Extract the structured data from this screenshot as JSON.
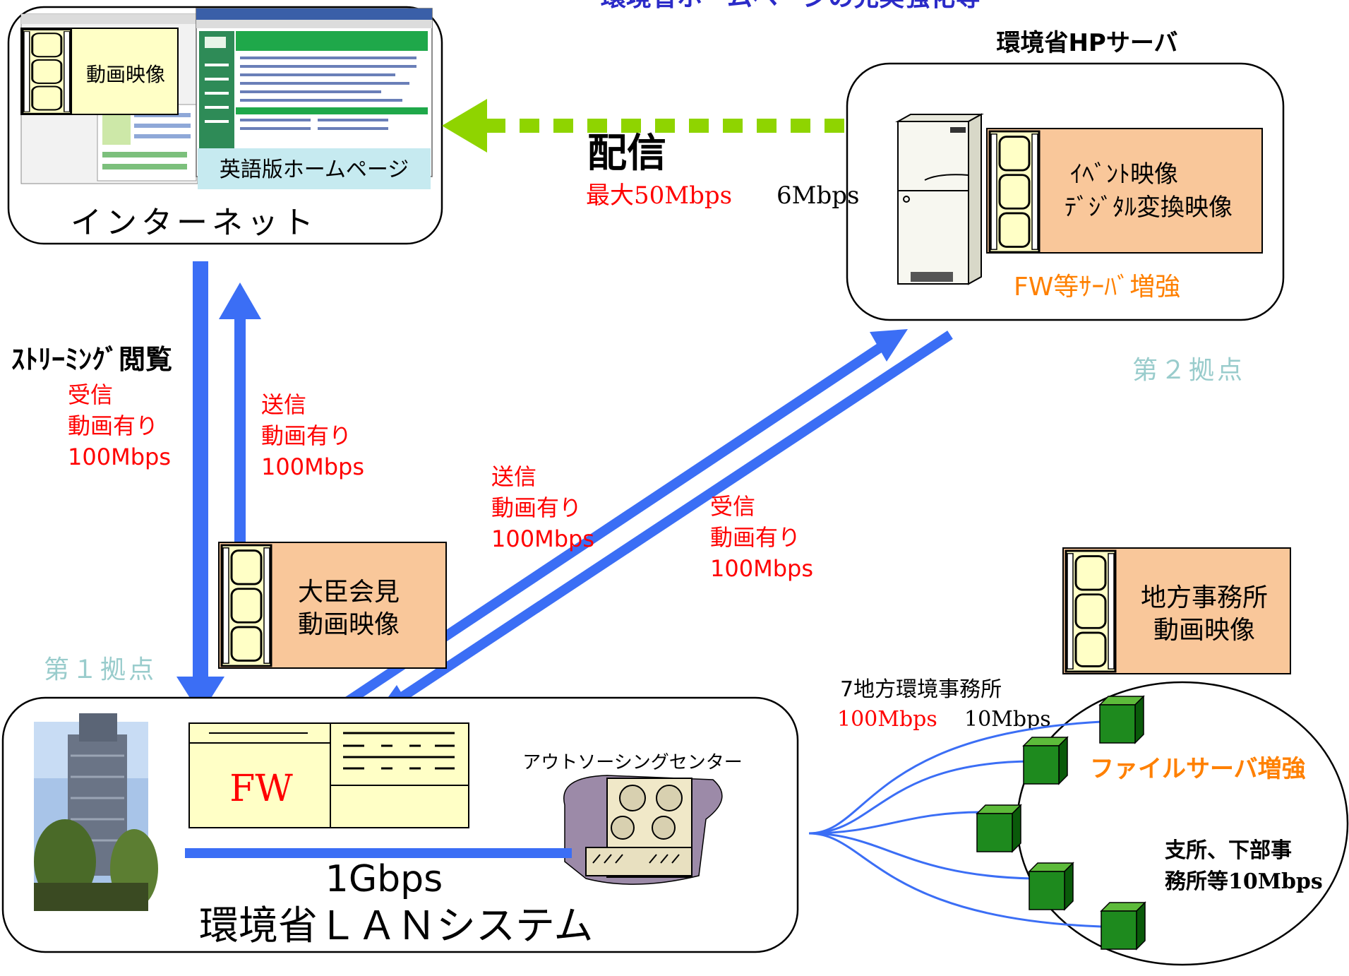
{
  "title": "環境省ホームページの充実強化等",
  "internet": {
    "label": "インターネット",
    "video_tag": "動画映像",
    "english_page_tag": "英語版ホームページ"
  },
  "hp_server": {
    "title": "環境省HPサーバ",
    "film_label_line1": "ｲﾍﾞﾝﾄ映像",
    "film_label_line2": "ﾃﾞｼﾞﾀﾙ変換映像",
    "upgrade": "FW等ｻｰﾊﾞ増強",
    "site_label": "第２拠点"
  },
  "distribution": {
    "label": "配信",
    "max_bandwidth": "最大50Mbps",
    "current_bandwidth": "6Mbps"
  },
  "streaming": {
    "title": "ｽﾄﾘｰﾐﾝｸﾞ閲覧",
    "recv_line1": "受信",
    "recv_line2": "動画有り",
    "recv_line3": "100Mbps",
    "send_line1": "送信",
    "send_line2": "動画有り",
    "send_line3": "100Mbps"
  },
  "site2_link": {
    "send_line1": "送信",
    "send_line2": "動画有り",
    "send_line3": "100Mbps",
    "recv_line1": "受信",
    "recv_line2": "動画有り",
    "recv_line3": "100Mbps"
  },
  "minister_video": {
    "line1": "大臣会見",
    "line2": "動画映像"
  },
  "site1_label": "第１拠点",
  "lan": {
    "fw_label": "FW",
    "outsourcing": "アウトソーシングセンター",
    "bandwidth": "1Gbps",
    "title": "環境省ＬＡＮシステム"
  },
  "regional": {
    "video_line1": "地方事務所",
    "video_line2": "動画映像",
    "offices": "7地方環境事務所",
    "bw_new": "100Mbps",
    "bw_old": "10Mbps",
    "upgrade": "ファイルサーバ増強",
    "branch_line1": "支所、下部事",
    "branch_line2": "務所等10Mbps"
  },
  "colors": {
    "arrow_blue": "#3b6ef5",
    "dashed_green": "#8fd400",
    "film_fill": "#f9c79a",
    "film_light_fill": "#ffffc6",
    "server_green": "#1e8a1e",
    "orange": "#ff8000",
    "teal_label": "#99cccc"
  }
}
